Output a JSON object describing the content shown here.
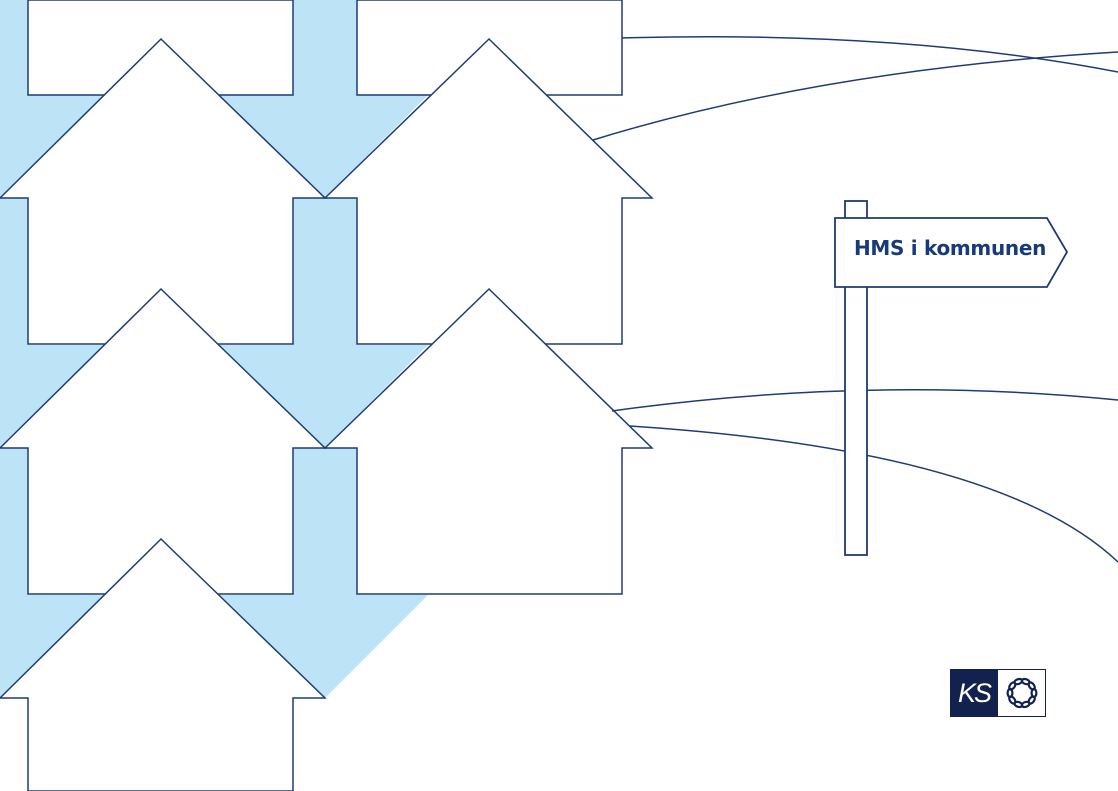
{
  "cover": {
    "title": "HMS i kommunen",
    "logo_text": "KS"
  },
  "colors": {
    "navy": "#1f3b73",
    "light_blue": "#bde3f7",
    "logo_navy": "#13214f"
  },
  "icons": [
    "ks-logo",
    "chain-ring-icon",
    "house-arrow-icon",
    "signpost-icon"
  ]
}
